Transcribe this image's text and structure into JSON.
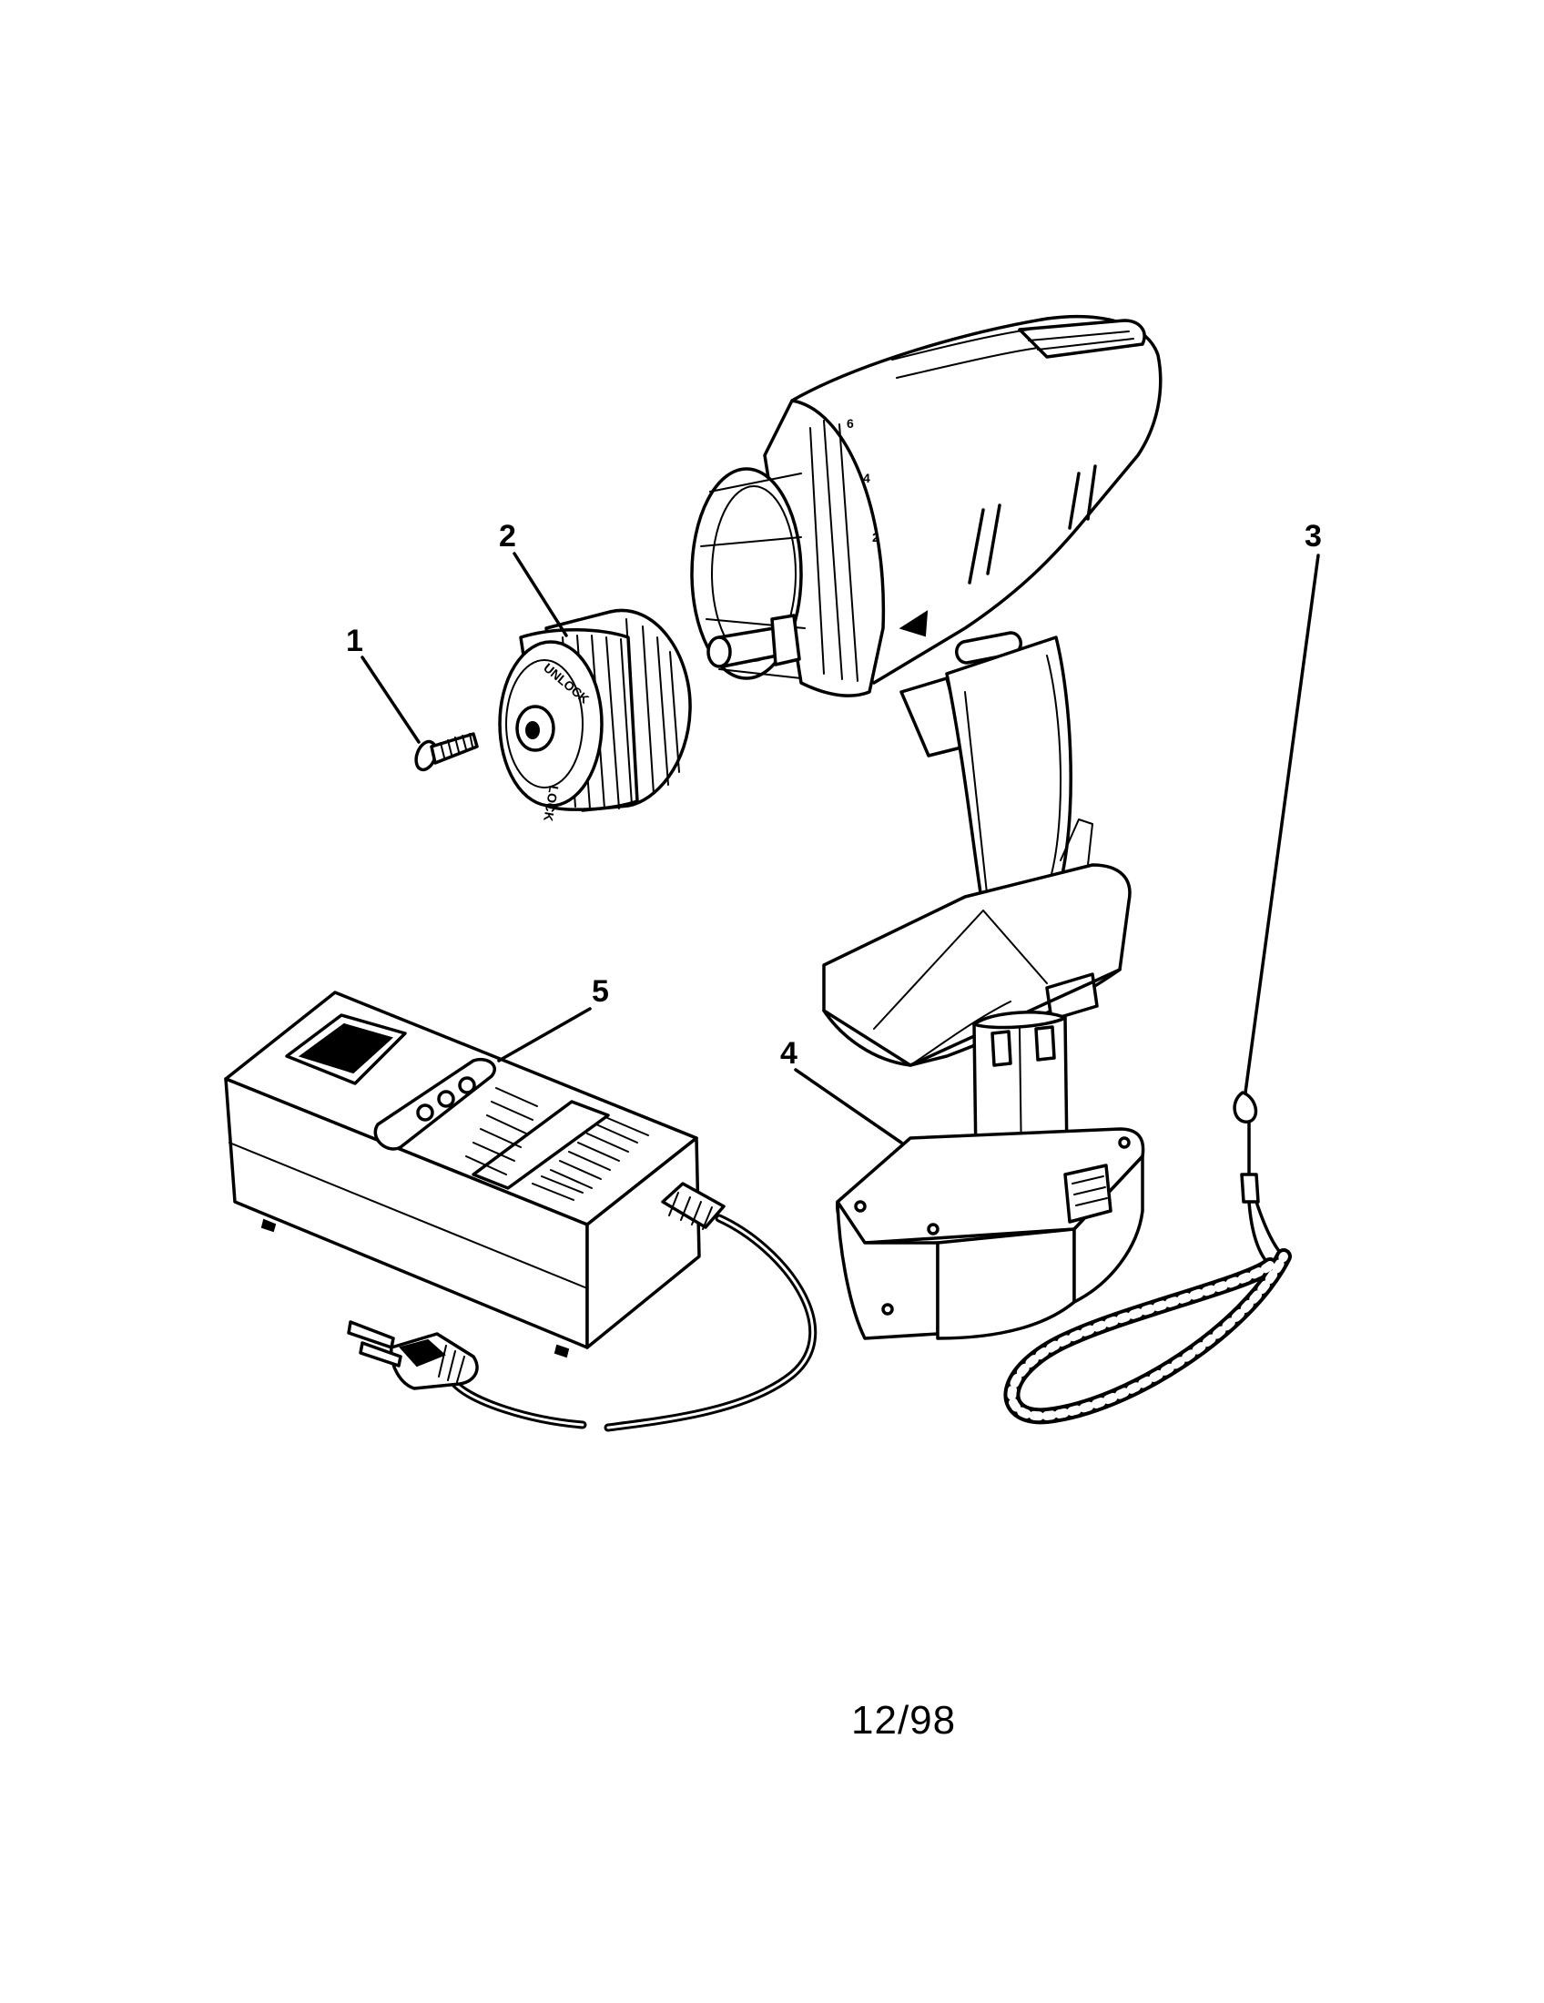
{
  "callouts": {
    "c1": "1",
    "c2": "2",
    "c3": "3",
    "c4": "4",
    "c5": "5"
  },
  "chuck_markings": {
    "unlock": "UNLOCK",
    "lock": "LOCK"
  },
  "clutch_numbers": [
    "2",
    "4",
    "6"
  ],
  "footer": {
    "date_code": "12/98"
  }
}
